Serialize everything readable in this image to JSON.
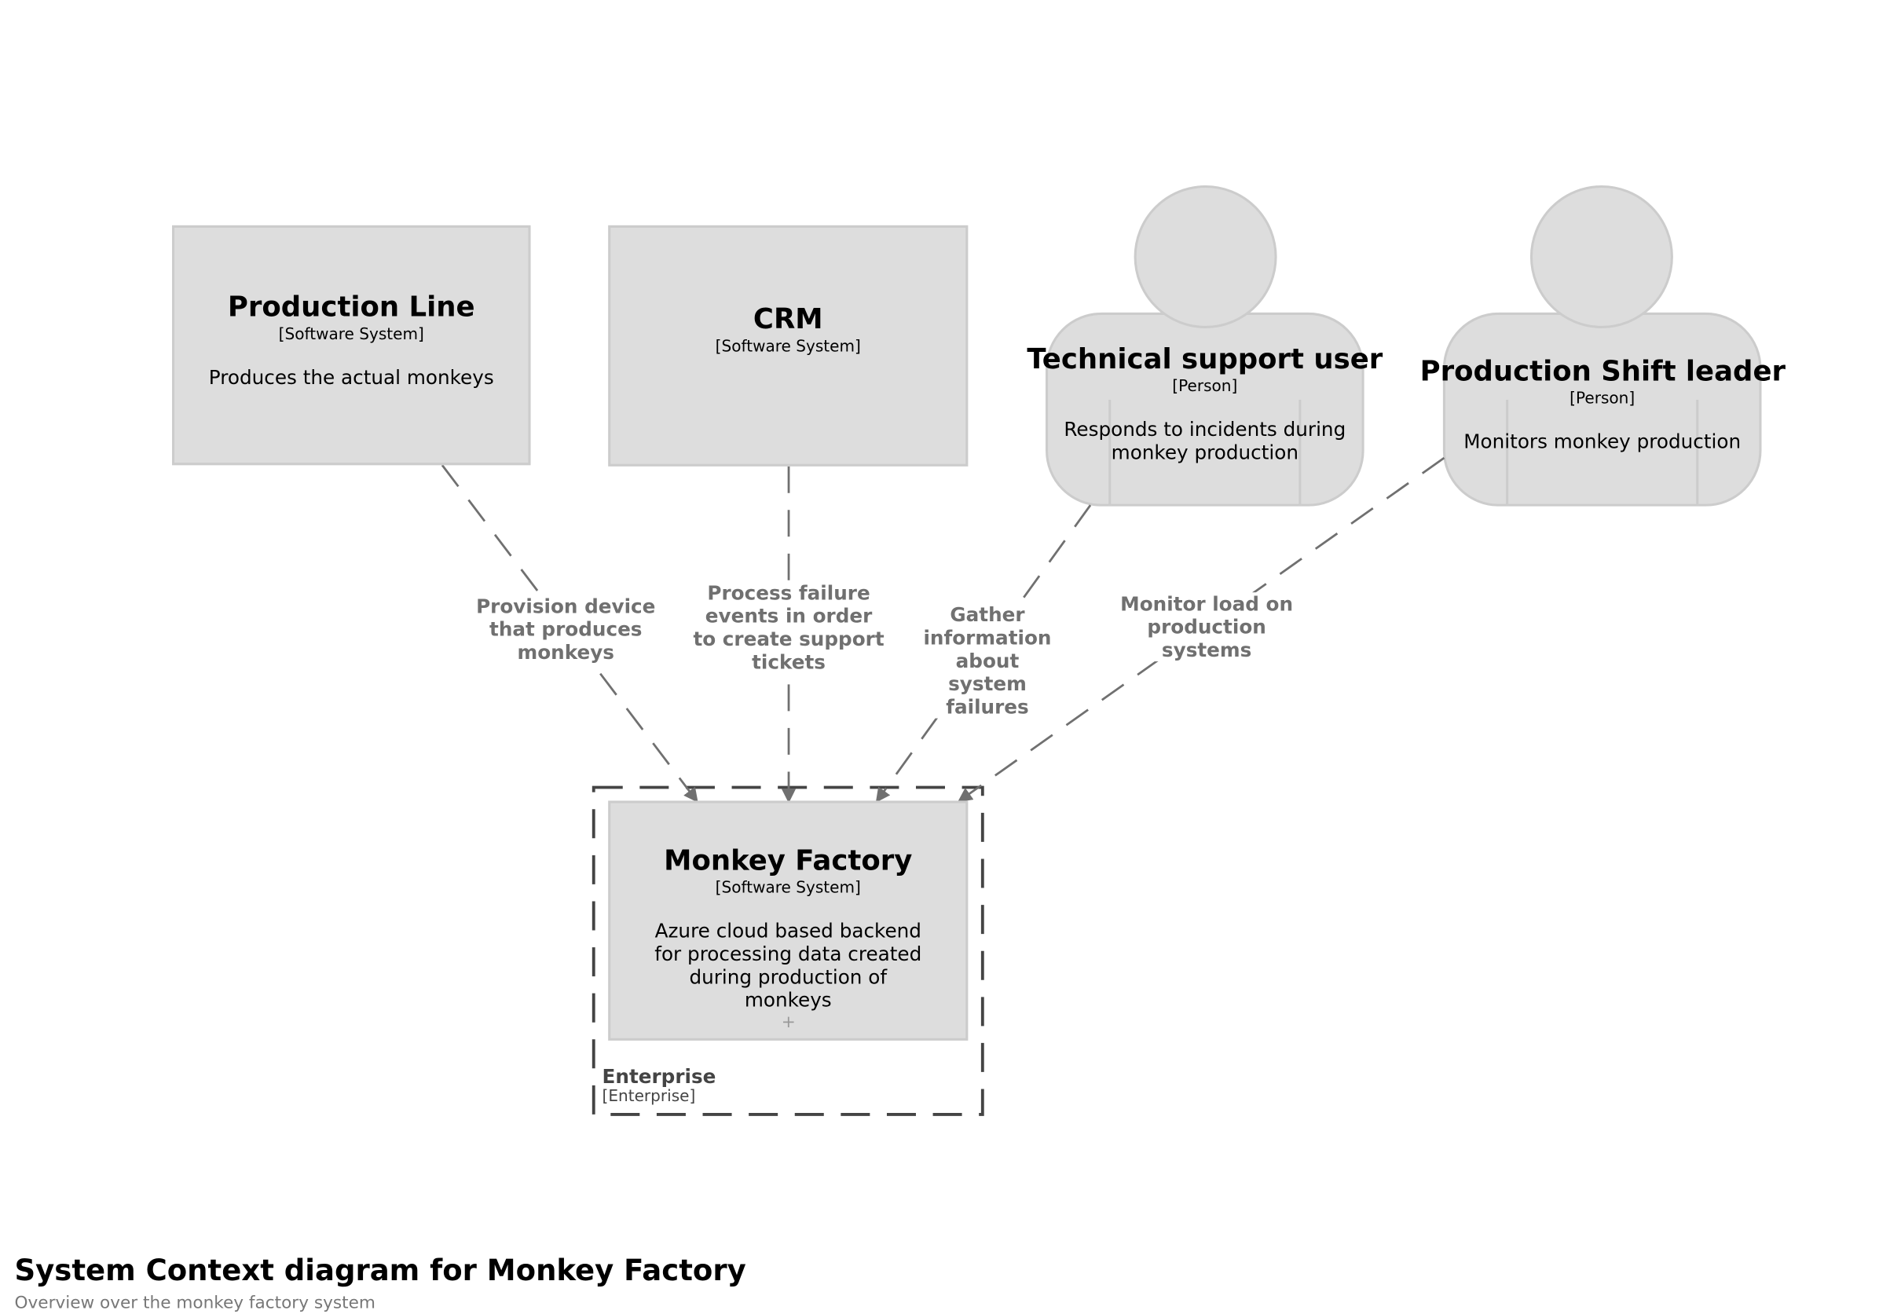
{
  "diagram": {
    "elements": {
      "production_line": {
        "name": "Production Line",
        "type": "[Software System]",
        "description": "Produces the actual monkeys"
      },
      "crm": {
        "name": "CRM",
        "type": "[Software System]",
        "description": ""
      },
      "tech_support": {
        "name": "Technical support user",
        "type": "[Person]",
        "description": "Responds to incidents during monkey production"
      },
      "shift_leader": {
        "name": "Production Shift leader",
        "type": "[Person]",
        "description": "Monitors monkey production"
      },
      "monkey_factory": {
        "name": "Monkey Factory",
        "type": "[Software System]",
        "description": "Azure cloud based backend for processing data created during production of monkeys",
        "expand_marker": "+"
      }
    },
    "boundary": {
      "name": "Enterprise",
      "type": "[Enterprise]"
    },
    "relationships": [
      {
        "from": "Production Line",
        "to": "Monkey Factory",
        "label": "Provision device that produces monkeys"
      },
      {
        "from": "CRM",
        "to": "Monkey Factory",
        "label": "Process failure events in order to create support tickets"
      },
      {
        "from": "Technical support user",
        "to": "Monkey Factory",
        "label": "Gather information about system failures"
      },
      {
        "from": "Production Shift leader",
        "to": "Monkey Factory",
        "label": "Monitor load on production systems"
      }
    ],
    "colors": {
      "element_fill": "#dddddd",
      "element_border": "#cccccc",
      "relationship": "#707070",
      "boundary": "#444444"
    }
  },
  "footer": {
    "title": "System Context diagram for Monkey Factory",
    "subtitle": "Overview over the monkey factory system"
  }
}
